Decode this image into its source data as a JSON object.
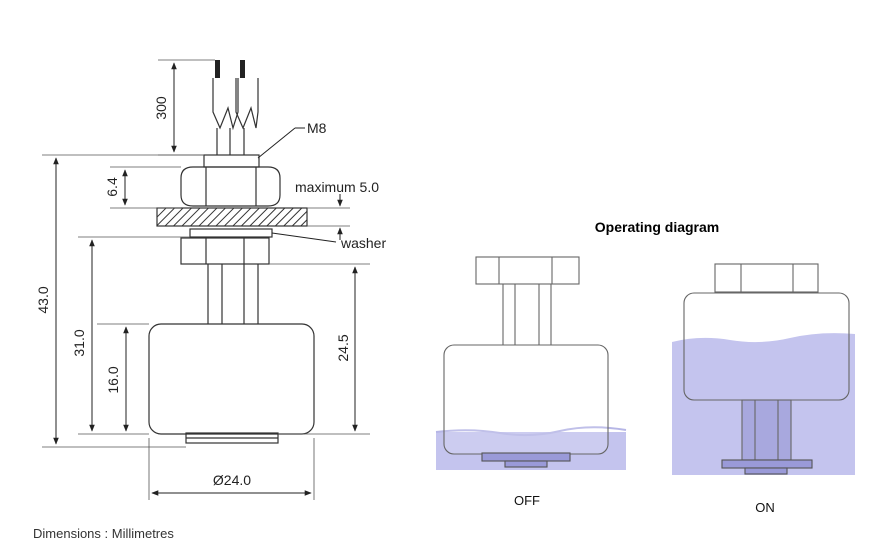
{
  "labels": {
    "cable_length": "300",
    "thread": "M8",
    "nut_height": "6.4",
    "max_panel": "maximum 5.0",
    "washer": "washer",
    "overall_height": "43.0",
    "body_height": "31.0",
    "float_height": "16.0",
    "stem_height": "24.5",
    "diameter": "Ø24.0"
  },
  "operating": {
    "title": "Operating diagram",
    "off_label": "OFF",
    "on_label": "ON"
  },
  "footer": "Dimensions : Millimetres",
  "colors": {
    "water": "#c4c4ee",
    "line": "#333333"
  }
}
